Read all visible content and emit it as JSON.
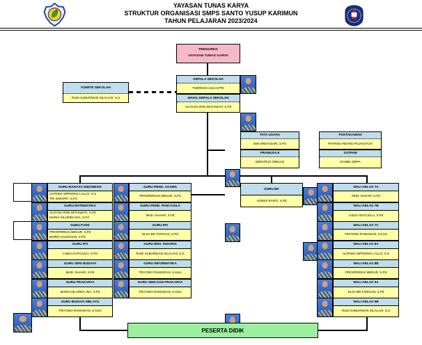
{
  "header": {
    "line1": "YAYASAN TUNAS KARYA",
    "line2": "STRUKTUR ORGANISASI SMPS SANTO YUSUP KARIMUN",
    "line3": "TAHUN PELAJARAN 2023/2024",
    "left_logo": "yayasan-crest-logo",
    "right_logo": "school-shield-logo"
  },
  "colors": {
    "box_header_blue": "#BFDDEC",
    "box_name_yellow": "#FFFFA8",
    "pengurus_pink": "#F5B9CB",
    "peserta_green": "#9BEF9E",
    "photo_blue": "#2A55B0"
  },
  "chart": {
    "pengurus": {
      "line1": "PENGURUS",
      "line2": "YAYASAN TUNAS KARYA"
    },
    "komite": {
      "title": "KOMITE SEKOLAH",
      "name": "RUDI SABURNIAN SILALAHI, S.S"
    },
    "kepala": {
      "title": "KEPALA SEKOLAH",
      "name": "THERESIA SULASTRI"
    },
    "wakil": {
      "title": "WAKIL KEPALA SEKOLAH",
      "name": "ALOYSIA RINI SETIAWATI, S.Pd"
    },
    "staff": [
      {
        "title": "TATA USAHA",
        "name": "EMI WIDYASARI, S.Pd"
      },
      {
        "title": "PUSTAKAWAN",
        "name": "PATRISIA RETNO PUJIASTUTI"
      },
      {
        "title": "PRAMUSAJI",
        "name": "SERAPIUS SIRILUS"
      },
      {
        "title": "SATPAM",
        "name": "DANIEL DEPA"
      }
    ],
    "guru_left": [
      {
        "title": "GURU BAHASA INDONESIA",
        "names": [
          "ALFRIDA SIPRIONG LALLO, S.S",
          "TRI ISNIARTI, S.Pd"
        ]
      },
      {
        "title": "GURU MATEMATIKA",
        "names": [
          "ALOYSIA RINI SETIAWATI, S.Pd",
          "MARIA HILARIDA INA, S.Pd"
        ]
      },
      {
        "title": "GURU PJOK",
        "names": [
          "PROSPERIUS MEKUR, S.Pd",
          "BOIRO HASUGIAN, S.Pd"
        ]
      },
      {
        "title": "GURU IPS",
        "names": [
          "LISDA HUTAJULU, S.Pd"
        ]
      },
      {
        "title": "GURU SENI BUDAYA",
        "names": [
          "MHD. NAHAR, S.Pd"
        ]
      },
      {
        "title": "GURU PRAKARYA",
        "names": [
          "MARIA HILARIDA INA, S.Pd"
        ]
      },
      {
        "title": "GURU BUDAYA MELAYU",
        "names": [
          "TRIYONO RAMADIAN, S.Kom"
        ]
      }
    ],
    "guru_mid": [
      {
        "title": "GURU PEND. AGAMA",
        "names": [
          "PROSPERIUS MEKUR, S.Pd"
        ]
      },
      {
        "title": "GURU PEND. PANCASILA",
        "names": [
          "MHD. NAHAR, S.Pd"
        ]
      },
      {
        "title": "GURU IPA",
        "names": [
          "ELSA BR TARIGAN, S.Pd"
        ]
      },
      {
        "title": "GURU BHS. INGGRIS",
        "names": [
          "RUDI SABURNIAN SILALAHI, S.S"
        ]
      },
      {
        "title": "GURU INFORMATIKA",
        "names": [
          "TRIYONO RAMADIAN, S.Kom"
        ]
      },
      {
        "title": "GURU SENI DAN PRAKARYA",
        "names": [
          "TRIYONO RAMADIAN, S.Kom"
        ]
      }
    ],
    "guru_bk": {
      "title": "GURU BK",
      "name": "AGNES RANTI, S.Pd"
    },
    "wali_kelas": [
      {
        "title": "WALI KELAS 7A",
        "name": "MHD. NAHAR, S.Pd"
      },
      {
        "title": "WALI KELAS 7B",
        "name": "LISDA HUTAJULU, S.Pd"
      },
      {
        "title": "WALI KELAS 7C",
        "name": "TRIYONO RAMADIAN, S.Kom"
      },
      {
        "title": "WALI KELAS 8A",
        "name": "ALFRIDA SIPRIONG LALLO, S.S"
      },
      {
        "title": "WALI KELAS 8B",
        "name": "PROSPERIUS MEKUR, S.Pd"
      },
      {
        "title": "WALI KELAS 9A",
        "name": "ELSA BR TARIGAN, S.Pd"
      },
      {
        "title": "WALI KELAS 9B",
        "name": "RUDI SABURNIAN SILALAHI, S.S"
      }
    ],
    "peserta": "PESERTA DIDIK"
  }
}
